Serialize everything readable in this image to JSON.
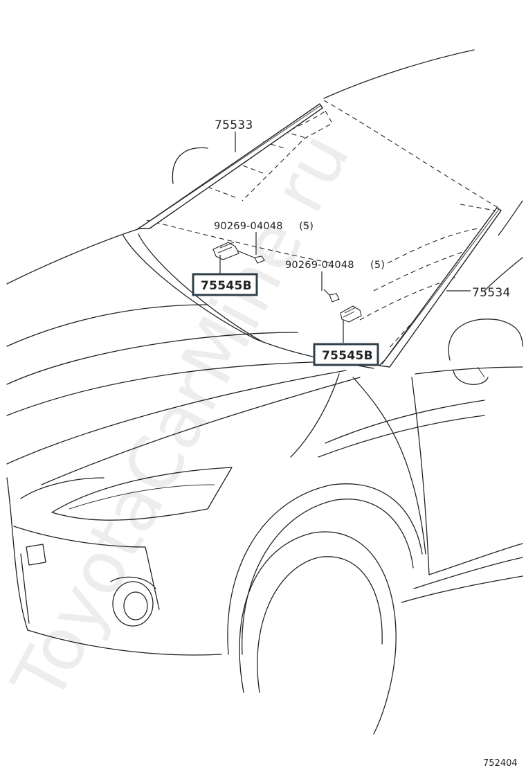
{
  "watermark": "ToyotaCarMine.ru",
  "diagram_id": "752404",
  "callouts": {
    "roof_molding": "75533",
    "pillar_molding": "75534",
    "clip_upper_number": "90269-04048",
    "clip_upper_qty": "(5)",
    "clip_lower_number": "90269-04048",
    "clip_lower_qty": "(5)",
    "retainer_left": "75545B",
    "retainer_right": "75545B"
  }
}
